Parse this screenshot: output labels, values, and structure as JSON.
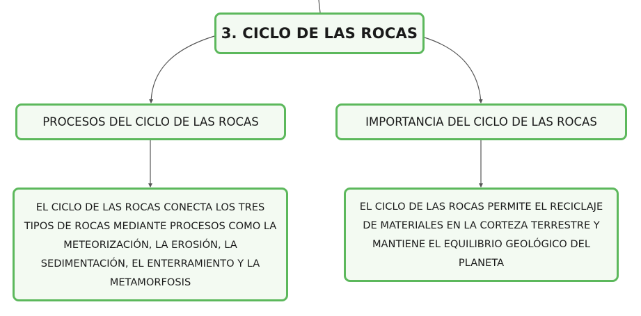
{
  "diagram": {
    "root": {
      "label": "3. CICLO DE LAS ROCAS"
    },
    "branches": [
      {
        "label": "PROCESOS DEL CICLO DE LAS ROCAS",
        "detail": "EL CICLO DE LAS ROCAS CONECTA LOS TRES TIPOS DE ROCAS MEDIANTE PROCESOS COMO LA METEORIZACIÓN, LA EROSIÓN, LA SEDIMENTACIÓN, EL ENTERRAMIENTO Y LA METAMORFOSIS"
      },
      {
        "label": "IMPORTANCIA DEL CICLO DE LAS ROCAS",
        "detail": "EL CICLO DE LAS ROCAS PERMITE EL RECICLAJE DE MATERIALES EN LA CORTEZA TERRESTRE Y MANTIENE EL EQUILIBRIO GEOLÓGICO DEL PLANETA"
      }
    ]
  },
  "colors": {
    "node_border": "#5cb85c",
    "node_fill": "#f3faf2",
    "connector": "#555555"
  }
}
